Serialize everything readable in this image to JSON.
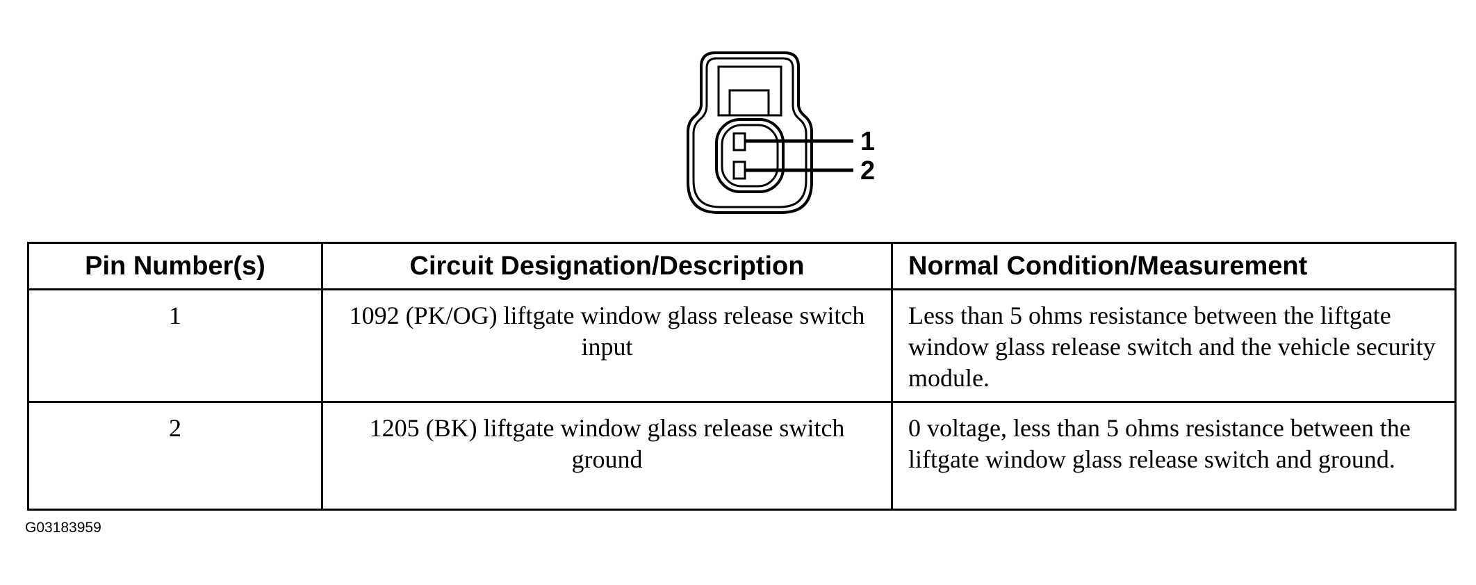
{
  "connector": {
    "pins": [
      {
        "label": "1"
      },
      {
        "label": "2"
      }
    ]
  },
  "table": {
    "headers": [
      "Pin Number(s)",
      "Circuit Designation/Description",
      "Normal Condition/Measurement"
    ],
    "rows": [
      {
        "pin": "1",
        "circuit": "1092 (PK/OG) liftgate window glass release switch input",
        "condition": "Less than 5 ohms resistance between the liftgate window glass release switch and the vehicle security module."
      },
      {
        "pin": "2",
        "circuit": "1205 (BK) liftgate window glass release switch ground",
        "condition": "0 voltage, less than 5 ohms resistance between the liftgate window glass release switch and ground."
      }
    ]
  },
  "figure_id": "G03183959"
}
